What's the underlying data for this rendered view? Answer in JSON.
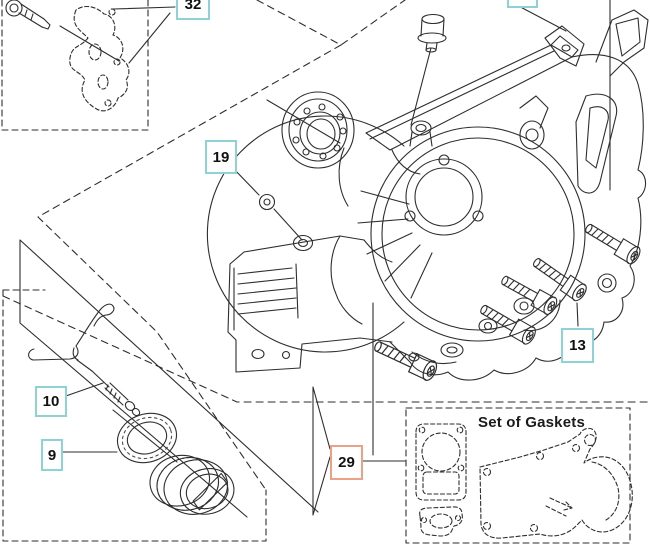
{
  "diagram_type": "exploded-parts-diagram",
  "callouts": {
    "32": {
      "label": "32",
      "highlighted": false
    },
    "19": {
      "label": "19",
      "highlighted": false
    },
    "10": {
      "label": "10",
      "highlighted": false
    },
    "9": {
      "label": "9",
      "highlighted": false
    },
    "13": {
      "label": "13",
      "highlighted": false
    },
    "29": {
      "label": "29",
      "highlighted": true
    }
  },
  "gaskets_box": {
    "title": "Set of Gaskets"
  },
  "colors": {
    "background": "#ffffff",
    "line": "#2e2e2e",
    "callout_border": "#8fd2d6",
    "callout_selected_border": "#e9a287",
    "callout_text": "#111111"
  }
}
